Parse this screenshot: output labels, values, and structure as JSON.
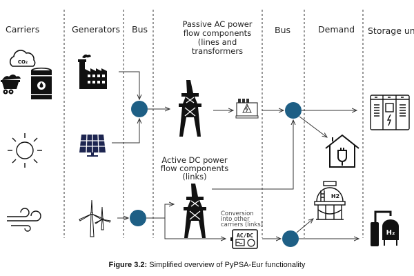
{
  "columns": {
    "carriers": "Carriers",
    "generators": "Generators",
    "bus_left": "Bus",
    "passive": [
      "Passive AC power",
      "flow components",
      "(lines and",
      "transformers"
    ],
    "bus_right": "Bus",
    "demand": "Demand",
    "storage": "Storage unit"
  },
  "labels": {
    "active_dc": [
      "Active DC power",
      "flow components",
      "(links)"
    ],
    "conversion": [
      "Conversion",
      "into other",
      "carriers (links)"
    ],
    "co2": "CO₂",
    "acdc": "AC/DC",
    "h2_tank": "H2",
    "h2_storage": "H₂"
  },
  "colors": {
    "bus_node": "#1e5f85"
  },
  "caption": {
    "prefix": "Figure 3.2:",
    "text": " Simplified overview of PyPSA-Eur functionality"
  }
}
